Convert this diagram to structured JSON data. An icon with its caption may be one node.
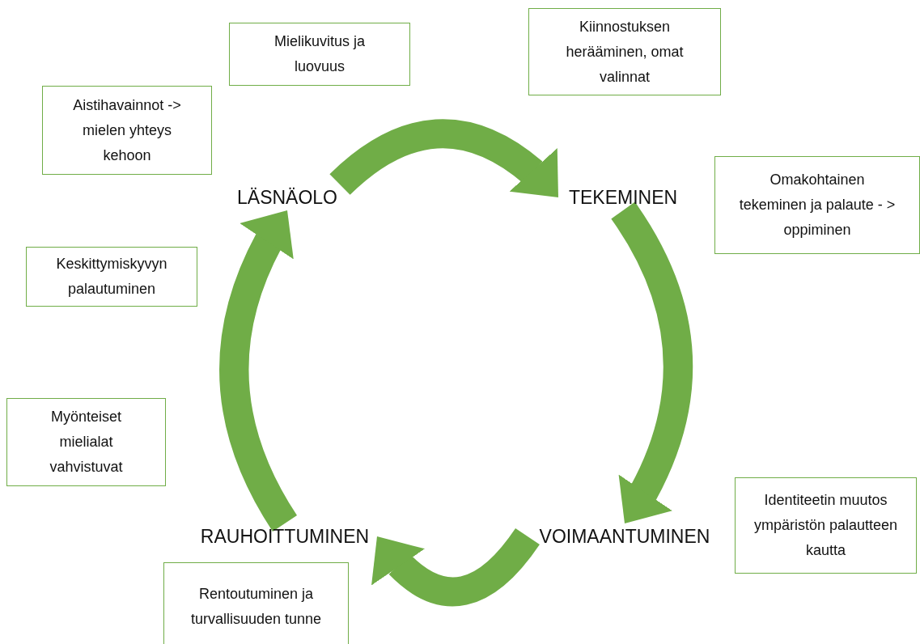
{
  "diagram": {
    "nodes": [
      {
        "text": [
          "Mielikuvitus ja luovuus"
        ]
      },
      {
        "text": [
          "Kiinnostuksen herääminen, omat valinnat"
        ]
      },
      {
        "text": [
          "Aistihavainnot -> mielen yhteys kehoon"
        ]
      },
      {
        "text": [
          "LÄSNÄOLO"
        ]
      },
      {
        "text": [
          "TEKEMINEN"
        ]
      },
      {
        "text": [
          "Omakohtainen tekeminen ja palaute - > oppiminen"
        ]
      },
      {
        "text": [
          "Keskittymiskyvyn palautuminen"
        ]
      },
      {
        "text": [
          "Myönteiset mielialat vahvistuvat"
        ]
      },
      {
        "text": [
          "Identiteetin muutos ympäristön palautteen kautta"
        ]
      },
      {
        "text": [
          "RAUHOITTUMINEN"
        ]
      },
      {
        "text": [
          "VOIMAANTUMINEN"
        ]
      },
      {
        "text": [
          "Rentoutuminen ja turvallisuuden tunne"
        ]
      }
    ],
    "edges": [
      {
        "from": 3,
        "to": 4,
        "arrow": "to"
      },
      {
        "from": 4,
        "to": 10,
        "arrow": "to"
      },
      {
        "from": 10,
        "to": 9,
        "arrow": "to"
      },
      {
        "from": 9,
        "to": 3,
        "arrow": "to"
      }
    ]
  }
}
